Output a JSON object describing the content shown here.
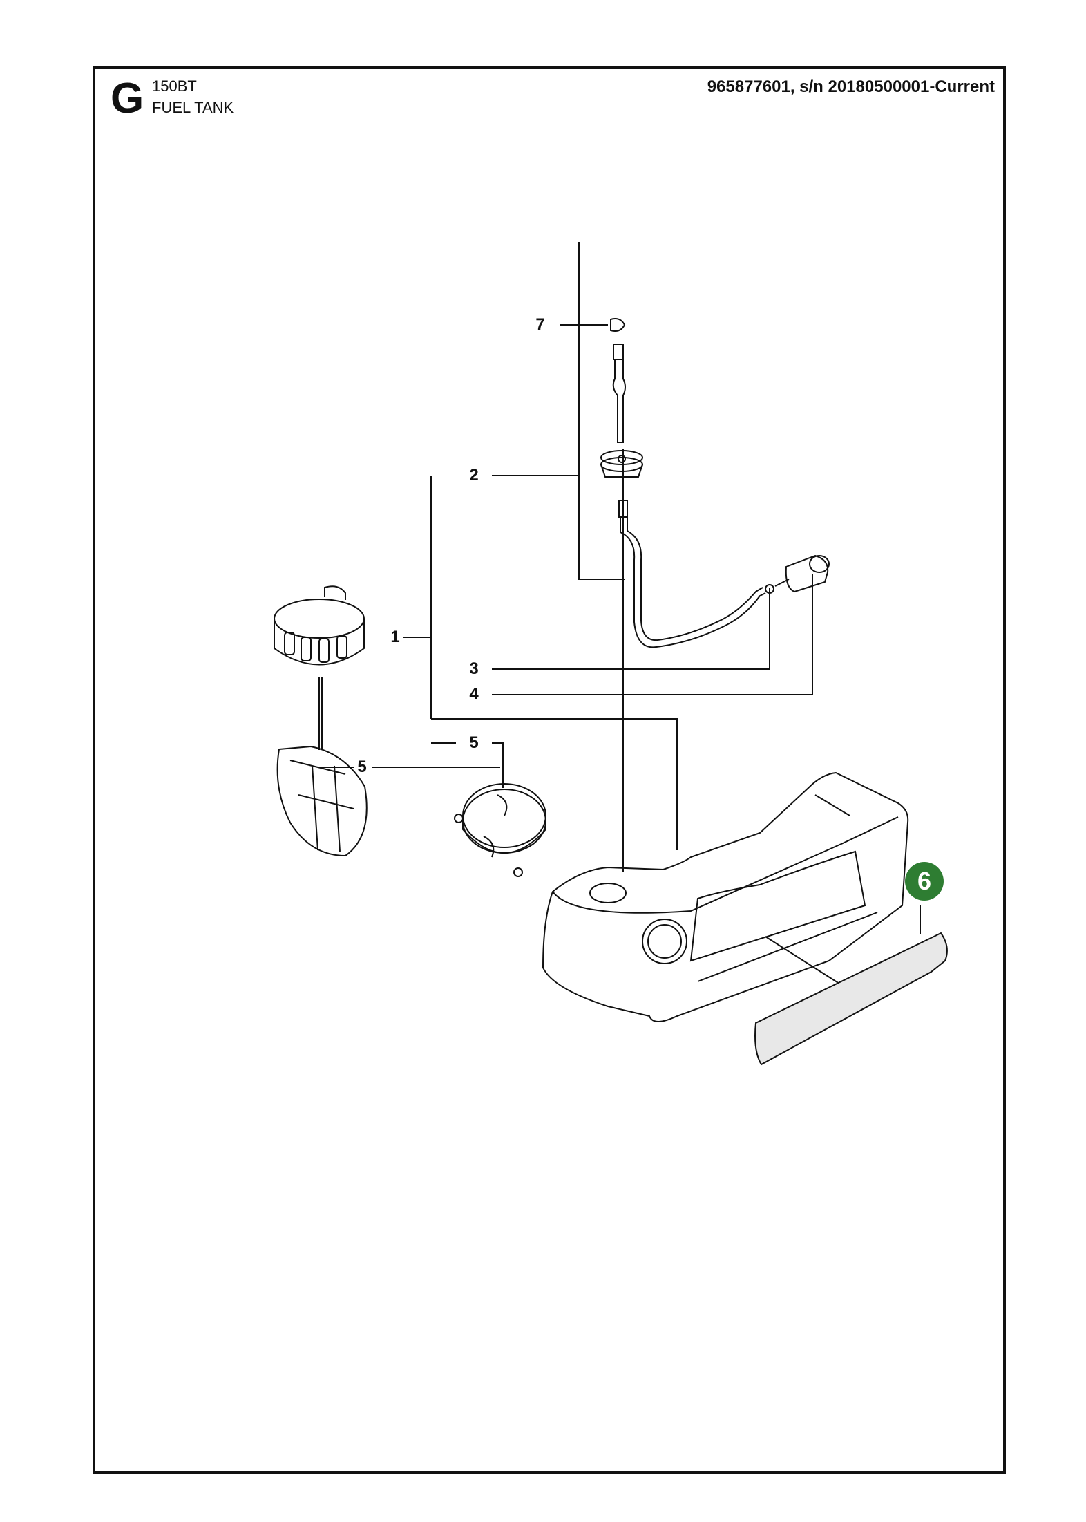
{
  "header": {
    "section_letter": "G",
    "model": "150BT",
    "section_title": "FUEL TANK",
    "part_reference": "965877601, s/n 20180500001-Current"
  },
  "callouts": {
    "c1": "1",
    "c2": "2",
    "c3": "3",
    "c4": "4",
    "c5a": "5",
    "c5b": "5",
    "c6": "6",
    "c7": "7"
  },
  "colors": {
    "highlight": "#2e7d32",
    "line": "#111111"
  }
}
